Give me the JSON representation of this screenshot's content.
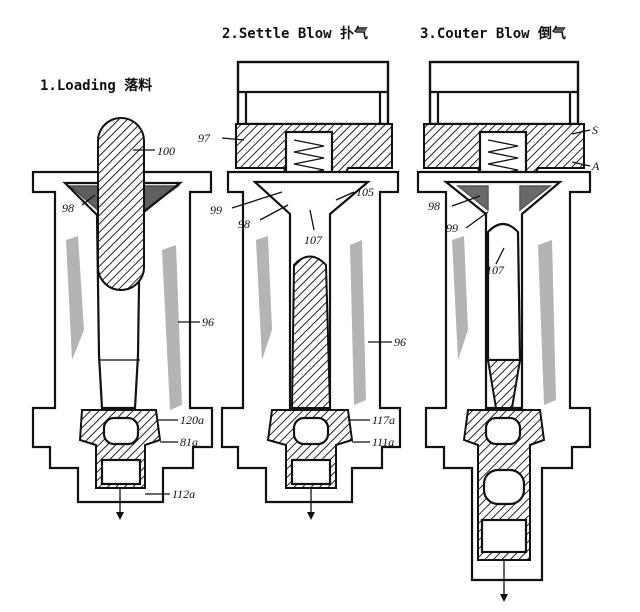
{
  "panels": [
    {
      "title": "1.Loading 落料",
      "labels": {
        "parison": "100",
        "cavity": "98",
        "mold": "96",
        "neck": "120a",
        "ring": "81a",
        "base": "112a"
      }
    },
    {
      "title": "2.Settle Blow 扑气",
      "labels": {
        "head": "97",
        "valve": "99",
        "cavity": "98",
        "tip": "107",
        "port": "105",
        "mold": "96",
        "neck": "117a",
        "base": "111a"
      }
    },
    {
      "title": "3.Couter Blow 倒气",
      "labels": {
        "head_s": "S",
        "head_a": "A",
        "cavity": "98",
        "valve": "99",
        "preform": "107"
      }
    }
  ]
}
